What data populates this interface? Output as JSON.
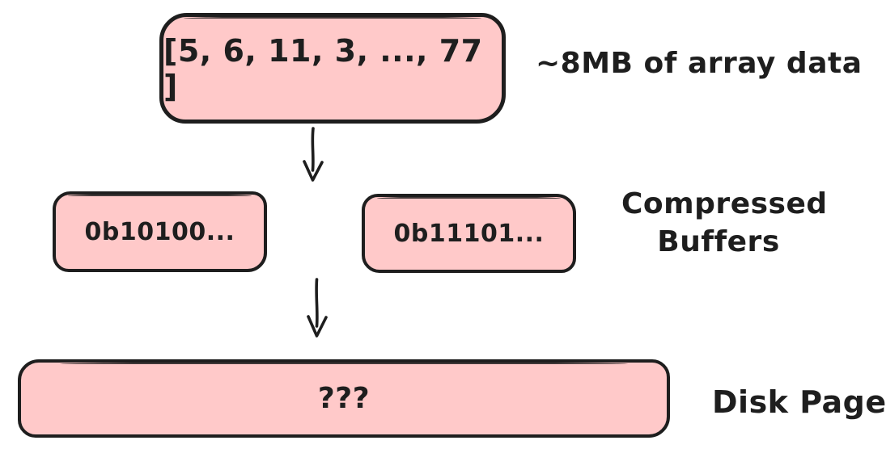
{
  "diagram": {
    "title": "array data compression to disk page diagram",
    "array_box": {
      "text": "[5, 6, 11, 3, ..., 77 ]",
      "label": "~8MB of array data"
    },
    "buffer_boxes": [
      {
        "text": "0b10100..."
      },
      {
        "text": "0b11101..."
      }
    ],
    "buffers_label": {
      "line1": "Compressed",
      "line2": "Buffers"
    },
    "disk_box": {
      "text": "???",
      "label": "Disk Page"
    },
    "icons": {
      "arrow1": "arrow-down-icon",
      "arrow2": "arrow-down-icon"
    },
    "colors": {
      "box_fill": "#ffc9c9",
      "stroke": "#1e1e1e",
      "background": "#ffffff"
    }
  }
}
